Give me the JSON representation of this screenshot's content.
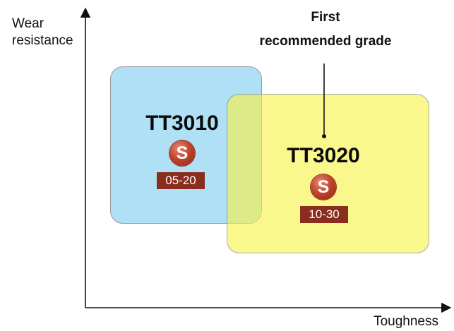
{
  "axes": {
    "y_label": "Wear\nresistance",
    "x_label": "Toughness"
  },
  "callout": {
    "line1": "First",
    "line2": "recommended grade"
  },
  "grades": [
    {
      "name": "TT3010",
      "badge": "S",
      "range": "05-20",
      "color": "#96d6f4"
    },
    {
      "name": "TT3020",
      "badge": "S",
      "range": "10-30",
      "color": "#f8f346"
    }
  ],
  "colors": {
    "badge": "#c0452d",
    "range_tag": "#8b2d1d",
    "axis": "#111111"
  }
}
